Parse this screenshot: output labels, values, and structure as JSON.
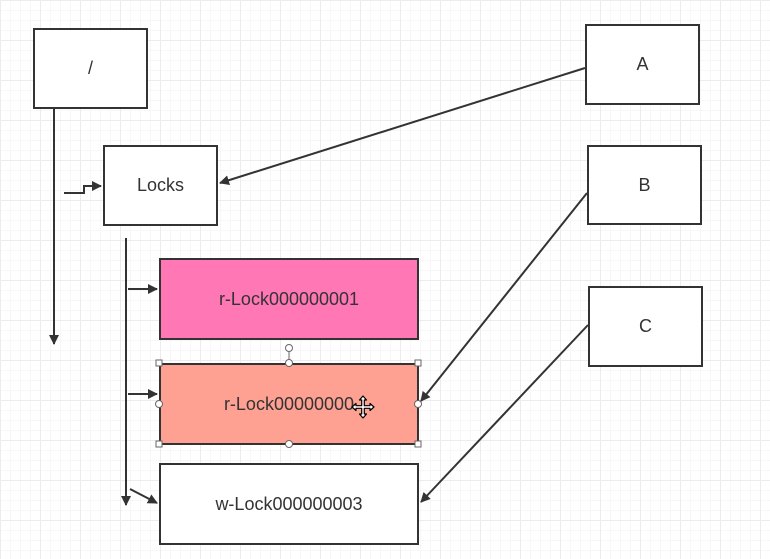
{
  "diagram": {
    "nodes": {
      "root": {
        "label": "/"
      },
      "locks": {
        "label": "Locks"
      },
      "a": {
        "label": "A"
      },
      "b": {
        "label": "B"
      },
      "c": {
        "label": "C"
      },
      "r1": {
        "label": "r-Lock000000001",
        "fill": "#ff77b4"
      },
      "r2": {
        "label": "r-Lock00000000",
        "fill": "#ffa192"
      },
      "w3": {
        "label": "w-Lock000000003",
        "fill": "#ffffff"
      }
    },
    "edges": [
      {
        "from": "root",
        "to": "locks"
      },
      {
        "from": "locks",
        "to": "r1"
      },
      {
        "from": "locks",
        "to": "r2"
      },
      {
        "from": "locks",
        "to": "w3"
      },
      {
        "from": "a",
        "to": "locks"
      },
      {
        "from": "b",
        "to": "r2"
      },
      {
        "from": "c",
        "to": "w3"
      }
    ],
    "selected": "r2",
    "colors": {
      "stroke": "#333333"
    }
  }
}
